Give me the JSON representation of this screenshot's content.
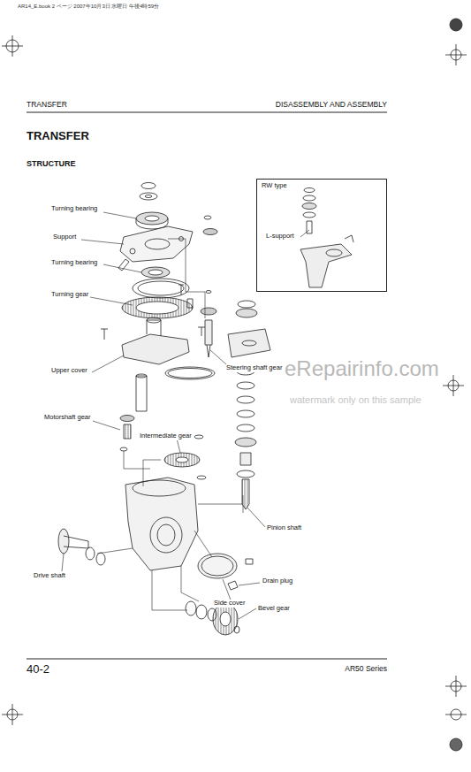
{
  "diagram": {
    "title": "TRANSFER",
    "nodes": [
      {
        "text": [
          "RW type",
          "L-support"
        ]
      }
    ],
    "labels": [
      "AR14_E.book 2 ページ 2007年10月3日 水曜日 午後4時59分",
      "TRANSFER",
      "DISASSEMBLY AND ASSEMBLY",
      "STRUCTURE",
      "Turning bearing",
      "Support",
      "Turning bearing",
      "Turning gear",
      "Upper cover",
      "Steering shaft gear",
      "Motorshaft gear",
      "Intermediate gear",
      "Pinion shaft",
      "Drive shaft",
      "Drain plug",
      "Side cover",
      "Bevel gear",
      "eRepairinfo.com",
      "watermark only on this sample",
      "40-2",
      "AR50 Series"
    ]
  }
}
